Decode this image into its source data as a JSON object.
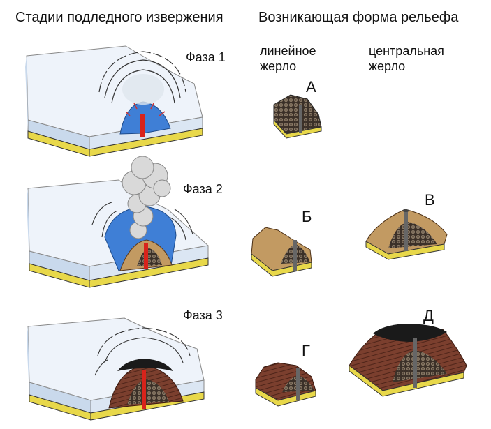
{
  "header": {
    "stages_title": "Стадии подледного извержения",
    "landform_title": "Возникающая форма рельефа"
  },
  "columns": {
    "linear_vent": "линейное жерло",
    "central_vent": "центральная жерло"
  },
  "phases": [
    {
      "label": "Фаза 1"
    },
    {
      "label": "Фаза 2"
    },
    {
      "label": "Фаза 3"
    }
  ],
  "landforms": [
    {
      "letter": "А"
    },
    {
      "letter": "Б"
    },
    {
      "letter": "В"
    },
    {
      "letter": "Г"
    },
    {
      "letter": "Д"
    }
  ],
  "colors": {
    "ice_top": "#eef3fa",
    "ice_side": "#c9d9ec",
    "ground": "#e8d84a",
    "water": "#3f7fd6",
    "conduit": "#d8231b",
    "hyaloclastite": "#c29a62",
    "pillow_lava": "#3b3028",
    "lava_cap": "#1a1a1a",
    "steam": "#d9d9d9"
  }
}
